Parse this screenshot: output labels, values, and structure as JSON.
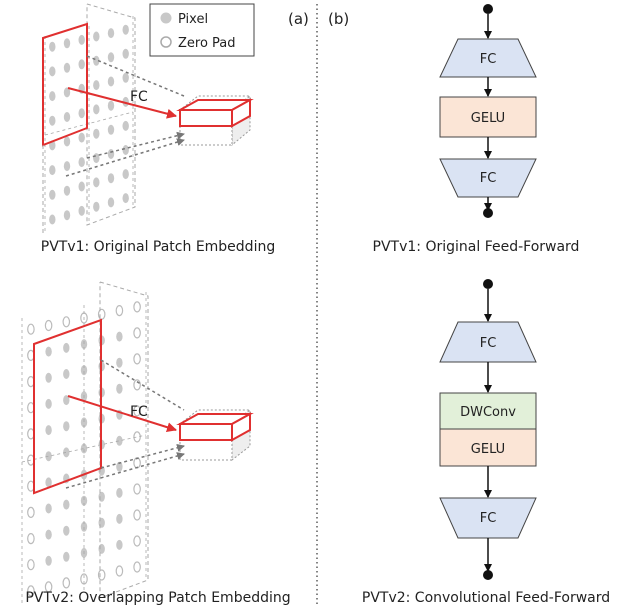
{
  "panel_a": {
    "tag": "(a)",
    "legend": {
      "pixel": "Pixel",
      "zero_pad": "Zero Pad"
    },
    "top": {
      "fc_label": "FC",
      "caption": "PVTv1: Original Patch Embedding"
    },
    "bottom": {
      "fc_label": "FC",
      "caption": "PVTv2: Overlapping Patch Embedding"
    }
  },
  "panel_b": {
    "tag": "(b)",
    "top": {
      "fc_in": "FC",
      "gelu": "GELU",
      "fc_out": "FC",
      "caption": "PVTv1: Original Feed-Forward"
    },
    "bottom": {
      "fc_in": "FC",
      "dwconv": "DWConv",
      "gelu": "GELU",
      "fc_out": "FC",
      "caption": "PVTv2: Convolutional Feed-Forward"
    }
  },
  "colors": {
    "fc_fill": "#dae3f3",
    "gelu_fill": "#fbe5d6",
    "dwconv_fill": "#e2f0d9",
    "highlight": "#e03030",
    "pixel": "#c8c8c8",
    "grid": "#a8a8a8"
  }
}
